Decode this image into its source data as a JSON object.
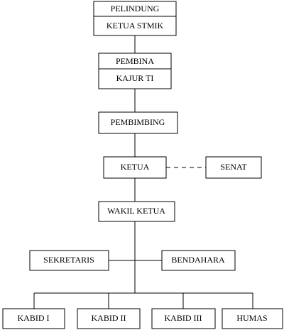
{
  "org_chart": {
    "nodes": {
      "pelindung": {
        "lines": [
          "PELINDUNG",
          "KETUA STMIK"
        ]
      },
      "pembina": {
        "lines": [
          "PEMBINA",
          "KAJUR TI"
        ]
      },
      "pembimbing": {
        "lines": [
          "PEMBIMBING"
        ]
      },
      "ketua": {
        "lines": [
          "KETUA"
        ]
      },
      "senat": {
        "lines": [
          "SENAT"
        ]
      },
      "wakil_ketua": {
        "lines": [
          "WAKIL KETUA"
        ]
      },
      "sekretaris": {
        "lines": [
          "SEKRETARIS"
        ]
      },
      "bendahara": {
        "lines": [
          "BENDAHARA"
        ]
      },
      "kabid_1": {
        "lines": [
          "KABID I"
        ]
      },
      "kabid_2": {
        "lines": [
          "KABID II"
        ]
      },
      "kabid_3": {
        "lines": [
          "KABID III"
        ]
      },
      "humas": {
        "lines": [
          "HUMAS"
        ]
      }
    },
    "relations": [
      {
        "from": "pelindung",
        "to": "pembina",
        "style": "solid"
      },
      {
        "from": "pembina",
        "to": "pembimbing",
        "style": "solid"
      },
      {
        "from": "pembimbing",
        "to": "ketua",
        "style": "solid"
      },
      {
        "from": "ketua",
        "to": "senat",
        "style": "dashed"
      },
      {
        "from": "ketua",
        "to": "wakil_ketua",
        "style": "solid"
      },
      {
        "from": "wakil_ketua",
        "to": "sekretaris",
        "style": "solid"
      },
      {
        "from": "wakil_ketua",
        "to": "bendahara",
        "style": "solid"
      },
      {
        "from": "wakil_ketua",
        "to": "kabid_1",
        "style": "solid"
      },
      {
        "from": "wakil_ketua",
        "to": "kabid_2",
        "style": "solid"
      },
      {
        "from": "wakil_ketua",
        "to": "kabid_3",
        "style": "solid"
      },
      {
        "from": "wakil_ketua",
        "to": "humas",
        "style": "solid"
      }
    ],
    "colors": {
      "line": "#000000",
      "box_fill": "#ffffff",
      "text": "#000000"
    }
  }
}
